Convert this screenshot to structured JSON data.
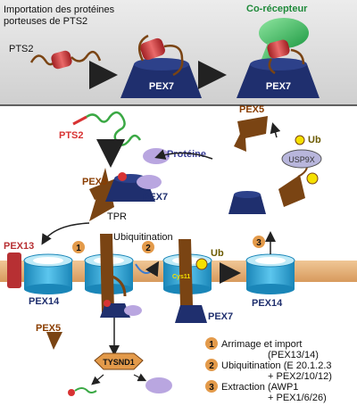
{
  "colors": {
    "background_top": "#dcdcdc",
    "background_bottom": "#ffffff",
    "pex7_navy": "#1f2f6e",
    "pex5_brown": "#7a4413",
    "pex14_cyan": "#2aa3d6",
    "membrane": "#e8b37e",
    "coreceptor_green": "#4dbf6a",
    "ub_yellow": "#f5e000",
    "pts2_red": "#d83333",
    "usp9x_lavender": "#b8b6dc",
    "protein_purple": "#b9a6e0",
    "pex13_red": "#b73033",
    "legend_orange": "#e39a4a"
  },
  "top": {
    "title_line1": "Importation des protéines",
    "title_line2": "porteuses de PTS2",
    "pts2_label": "PTS2",
    "pex7_label_1": "PEX7",
    "pex7_label_2": "PEX7",
    "coreceptor_label": "Co-récepteur"
  },
  "main": {
    "pts2_label": "PTS2",
    "proteine_label": "Protéine",
    "pex5_label": "PEX5",
    "pex7_label": "PEX7",
    "tpr_label": "TPR",
    "pex13_label": "PEX13",
    "pex14_label_1": "PEX14",
    "pex14_label_2": "PEX14",
    "ubiquitination_label": "Ubiquitination",
    "ub_label_1": "Ub",
    "ub_label_2": "Ub",
    "cys_label": "Cys11",
    "pex7_label_2": "PEX7",
    "pex5_top_label": "PEX5",
    "usp9x_label": "USP9X",
    "pex5_bottom_label": "PEX5",
    "tysnd1_label": "TYSND1",
    "step1": "1",
    "step2": "2",
    "step3": "3"
  },
  "legend": {
    "item1_num": "1",
    "item1_line1": "Arrimage et import",
    "item1_line2": "(PEX13/14)",
    "item2_num": "2",
    "item2_line1": "Ubiquitination (E 20.1.2.3",
    "item2_line2": "+ PEX2/10/12)",
    "item3_num": "3",
    "item3_line1": "Extraction (AWP1",
    "item3_line2": "+ PEX1/6/26)"
  }
}
